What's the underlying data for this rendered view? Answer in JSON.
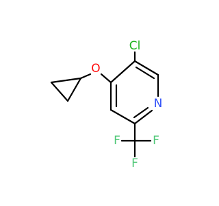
{
  "molecule": {
    "atoms": [
      {
        "id": "cl",
        "label": "Cl",
        "color": "#22b322"
      },
      {
        "id": "o",
        "label": "O",
        "color": "#ff0d0d"
      },
      {
        "id": "n",
        "label": "N",
        "color": "#3050f8"
      },
      {
        "id": "f1",
        "label": "F",
        "color": "#50c878"
      },
      {
        "id": "f2",
        "label": "F",
        "color": "#50c878"
      },
      {
        "id": "f3",
        "label": "F",
        "color": "#50c878"
      }
    ],
    "bond_color": "#000000",
    "background": "#ffffff"
  }
}
